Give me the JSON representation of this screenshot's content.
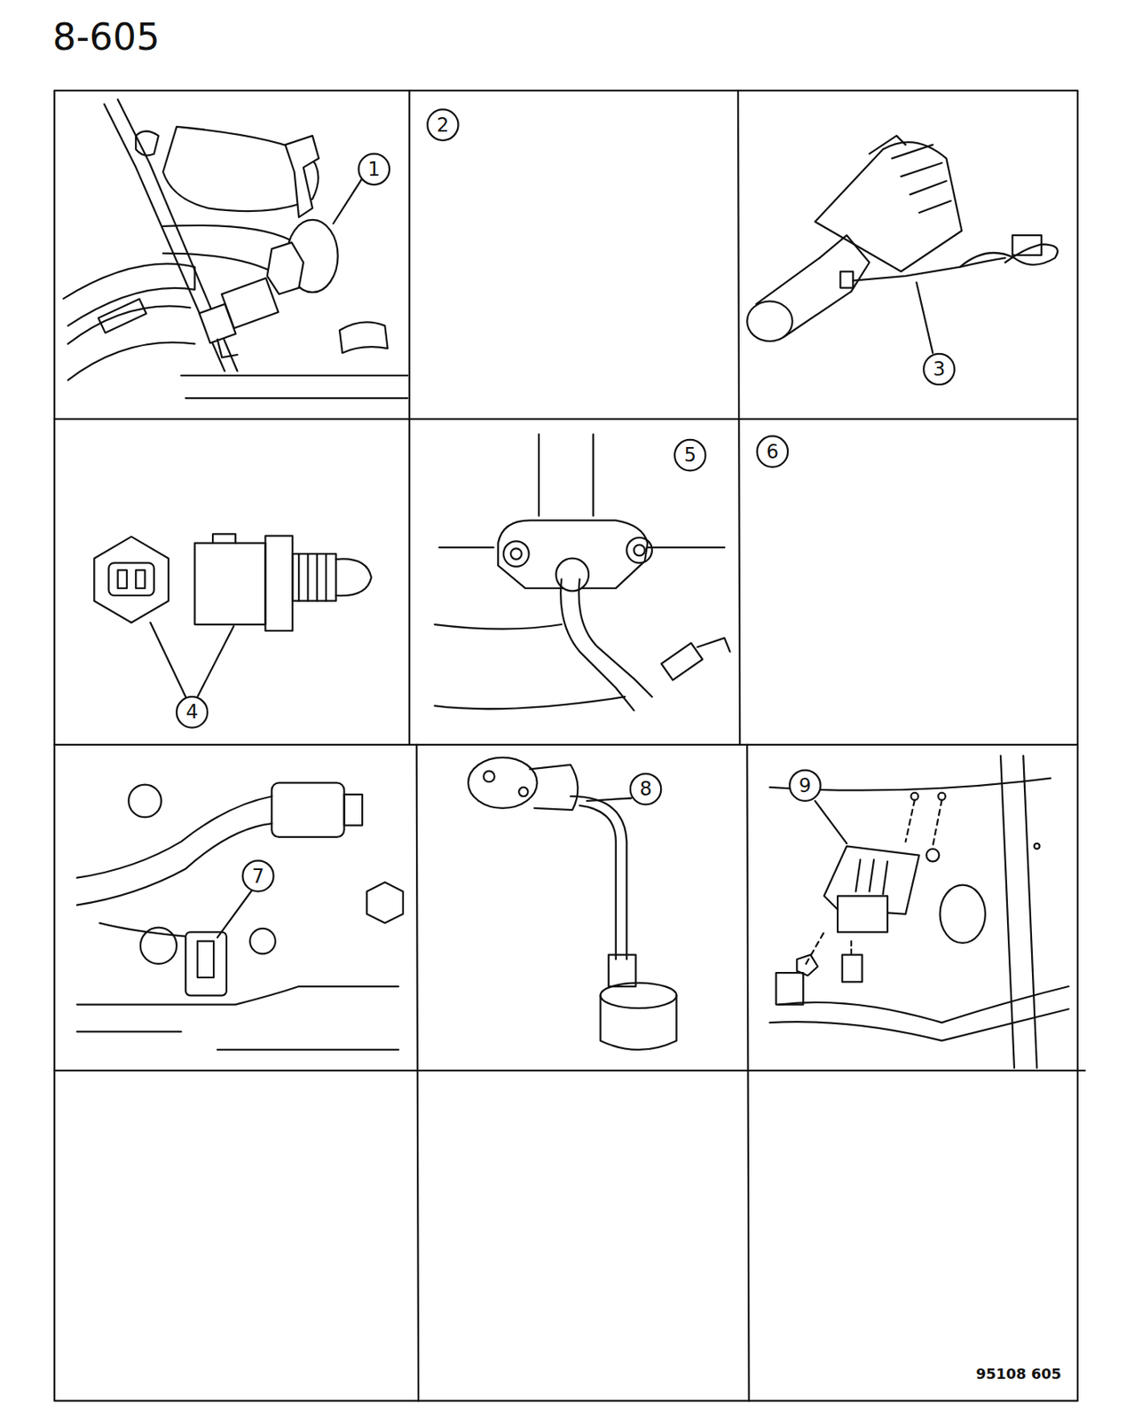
{
  "diagram": {
    "labels": [
      "8-605",
      "1",
      "2",
      "3",
      "4",
      "5",
      "6",
      "7",
      "8",
      "9",
      "95108 605"
    ]
  }
}
